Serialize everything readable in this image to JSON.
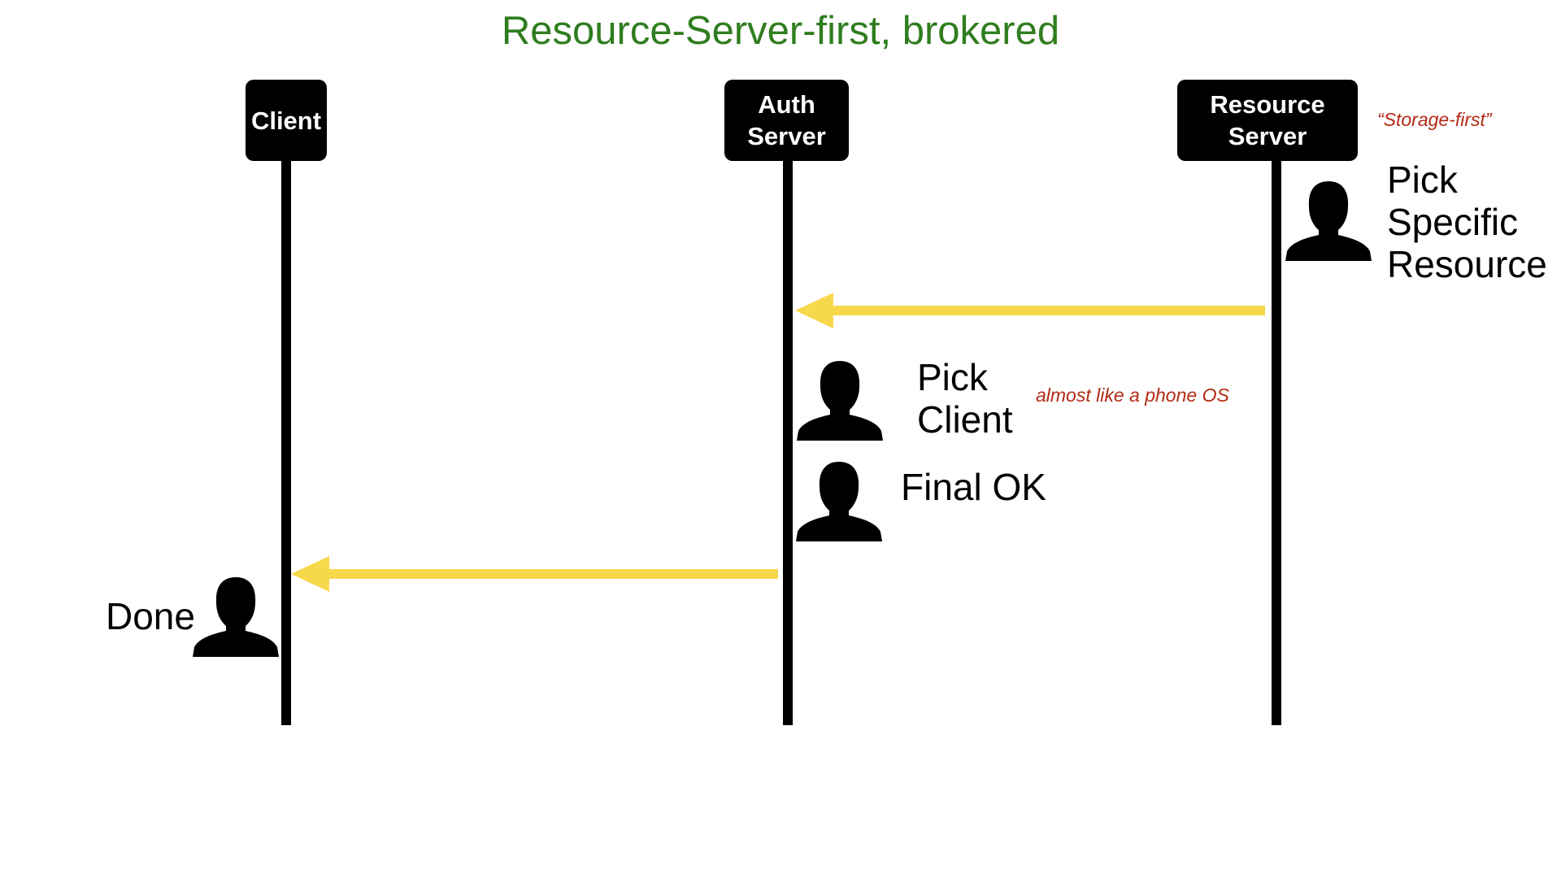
{
  "title": "Resource-Server-first, brokered",
  "actors": {
    "client": "Client",
    "auth_server": "Auth Server",
    "resource_server": "Resource Server"
  },
  "notes": {
    "storage_first": "“Storage-first”",
    "phone_os": "almost like a phone OS"
  },
  "steps": {
    "pick_resource": "Pick Specific Resource",
    "pick_client": "Pick Client",
    "final_ok": "Final OK",
    "done": "Done"
  },
  "colors": {
    "title": "#2f7d1f",
    "arrow": "#f8d84b",
    "note": "#b22a14",
    "actor_box": "#000000"
  },
  "icons": {
    "person": "person-silhouette-icon",
    "arrow": "arrow-left-icon"
  }
}
